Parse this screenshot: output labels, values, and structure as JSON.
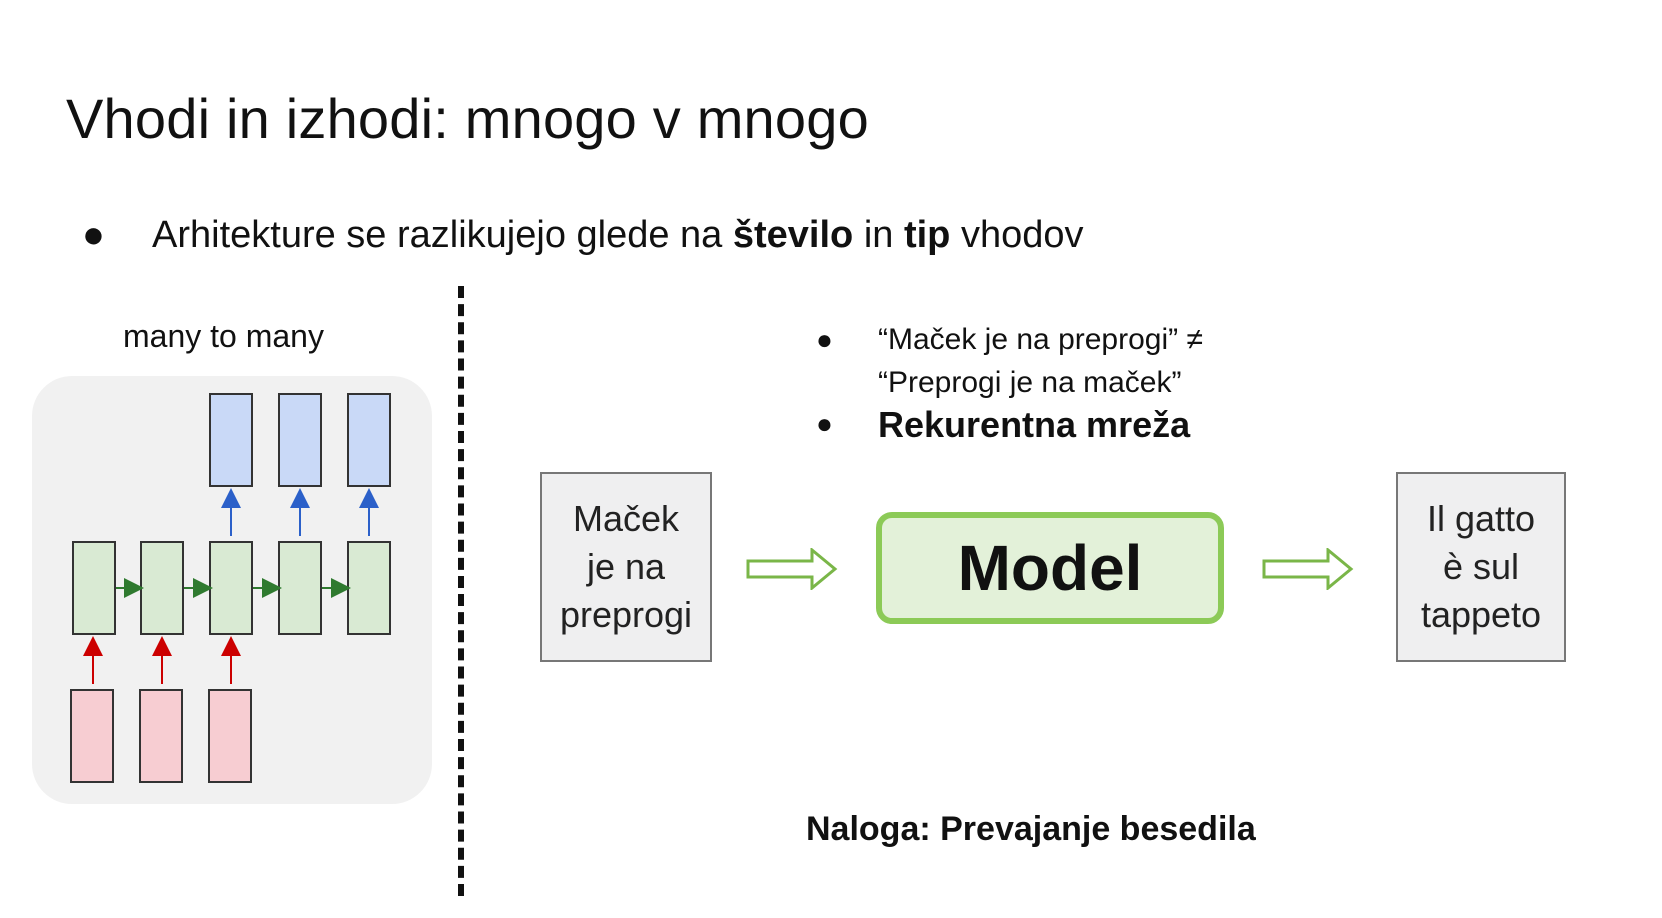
{
  "slide": {
    "title": "Vhodi in izhodi: mnogo v mnogo",
    "main_bullet": {
      "dot": "●",
      "part1": "Arhitekture se razlikujejo glede na ",
      "bold1": "število",
      "part2": " in ",
      "bold2": "tip",
      "part3": " vhodov"
    }
  },
  "diagram": {
    "title": "many to many",
    "colors": {
      "output": "#c9d9f7",
      "hidden": "#d9ead3",
      "input": "#f7cdd2",
      "up_arrow_output": "#2b60c9",
      "up_arrow_input": "#cc0000",
      "side_arrow": "#2f7a2f"
    }
  },
  "bullets": {
    "dot": "●",
    "item1_line1": "“Maček je na preprogi” ≠",
    "item1_line2": "“Preprogi je na maček”",
    "item2": "Rekurentna mreža"
  },
  "flow": {
    "input_lines": [
      "Maček",
      "je na",
      "preprogi"
    ],
    "model_label": "Model",
    "output_lines": [
      "Il gatto",
      "è sul",
      "tappeto"
    ],
    "arrow_color": "#7ab648",
    "model_border_color": "#8cca57",
    "model_fill_color": "#e3f1d9"
  },
  "task": "Naloga: Prevajanje besedila"
}
